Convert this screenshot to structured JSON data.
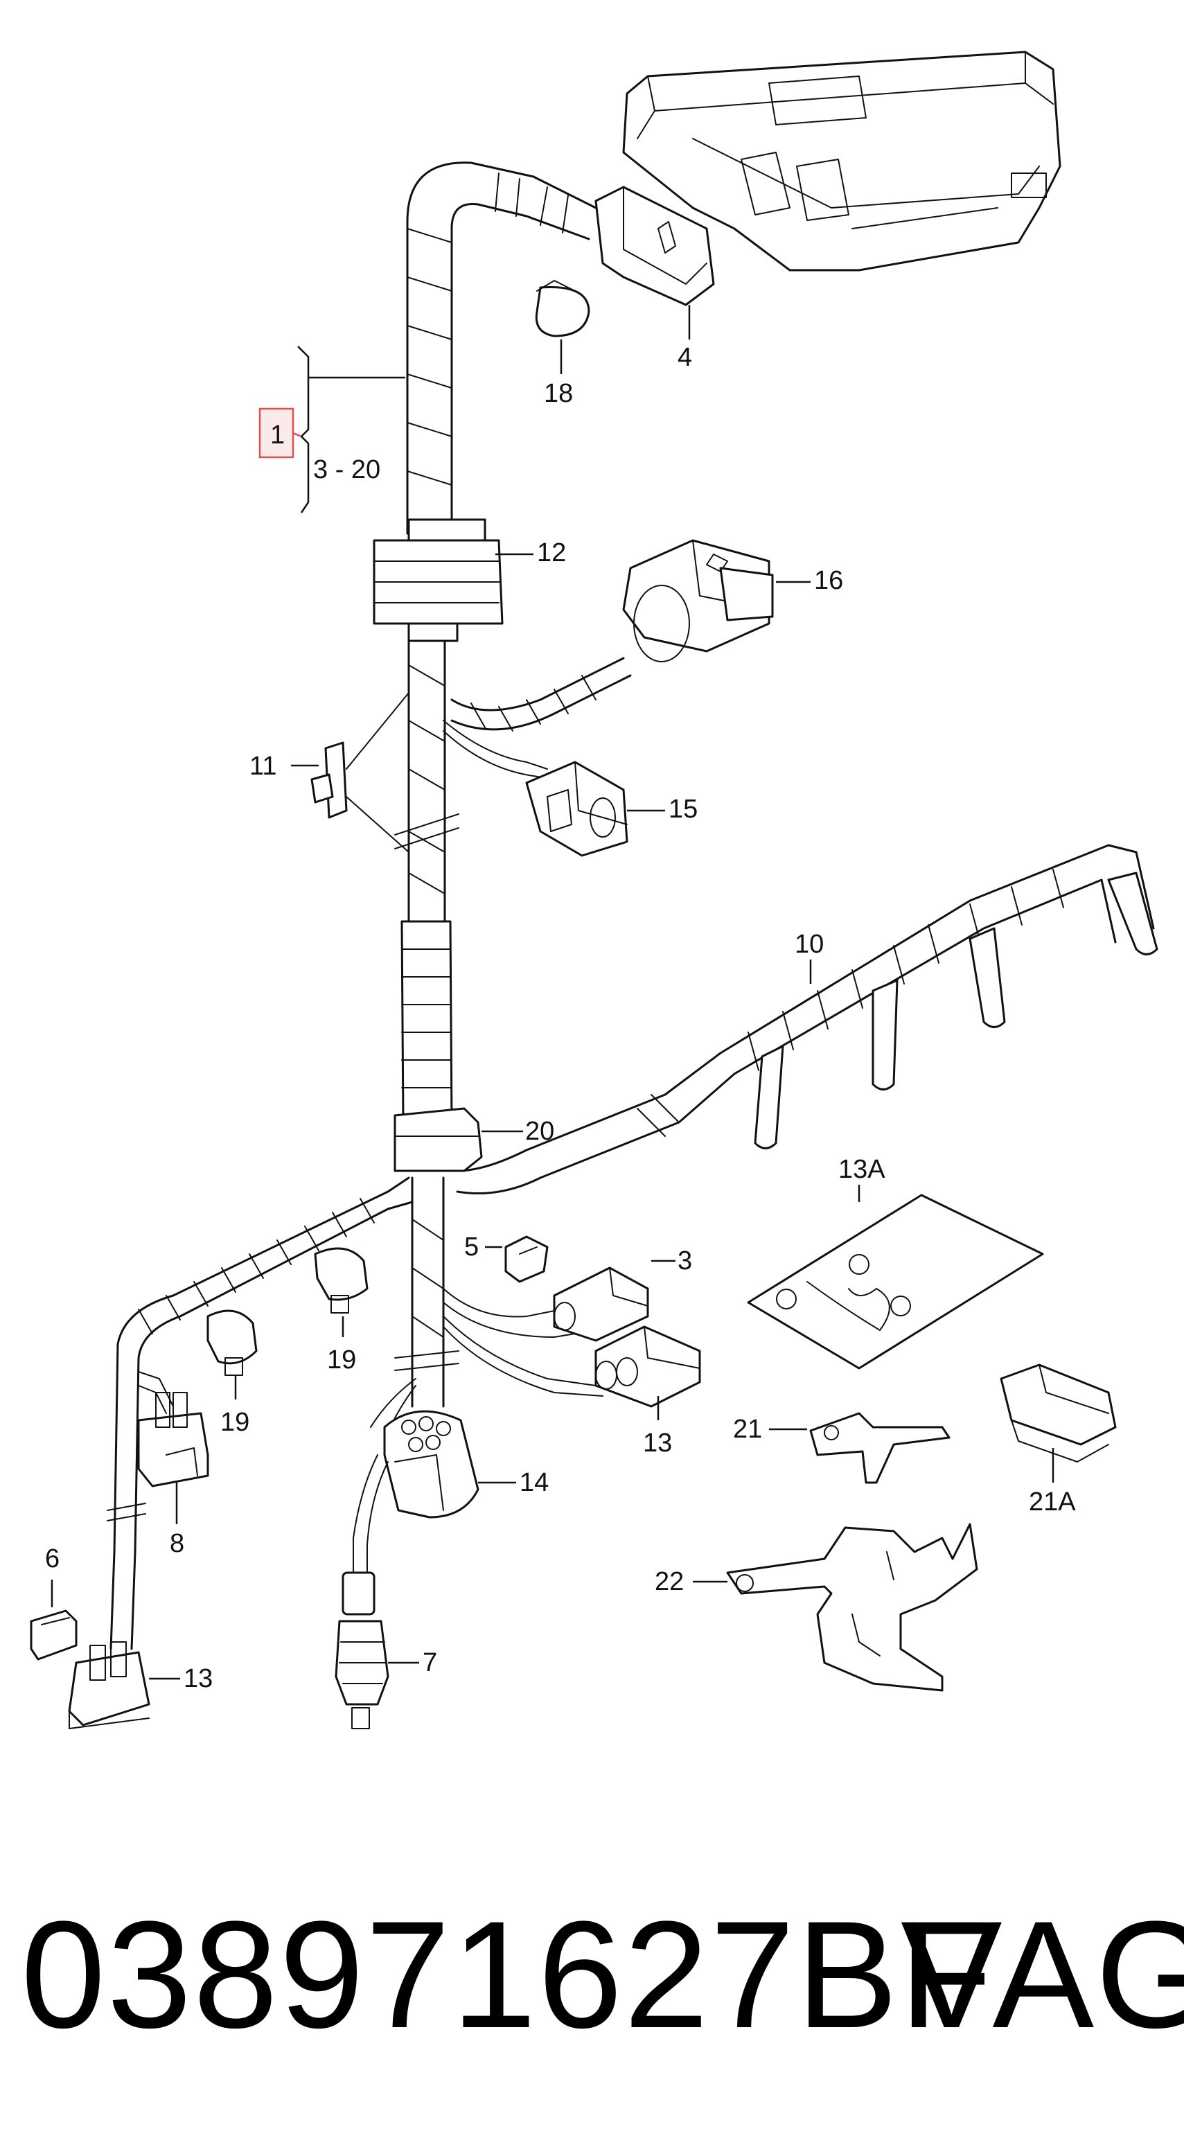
{
  "diagram": {
    "highlight_label": "1",
    "labels": {
      "l4": "4",
      "l18": "18",
      "l3_20": "3 - 20",
      "l12": "12",
      "l16": "16",
      "l11": "11",
      "l15": "15",
      "l10": "10",
      "l20": "20",
      "l5": "5",
      "l3": "3",
      "l13a": "13A",
      "l19a": "19",
      "l19b": "19",
      "l13b": "13",
      "l21": "21",
      "l8": "8",
      "l14": "14",
      "l21a": "21A",
      "l6": "6",
      "l22": "22",
      "l7": "7",
      "l13c": "13"
    },
    "highlight_color": "#e05050"
  },
  "footer": {
    "part_number": "038971627BF",
    "brand": "VAG"
  }
}
